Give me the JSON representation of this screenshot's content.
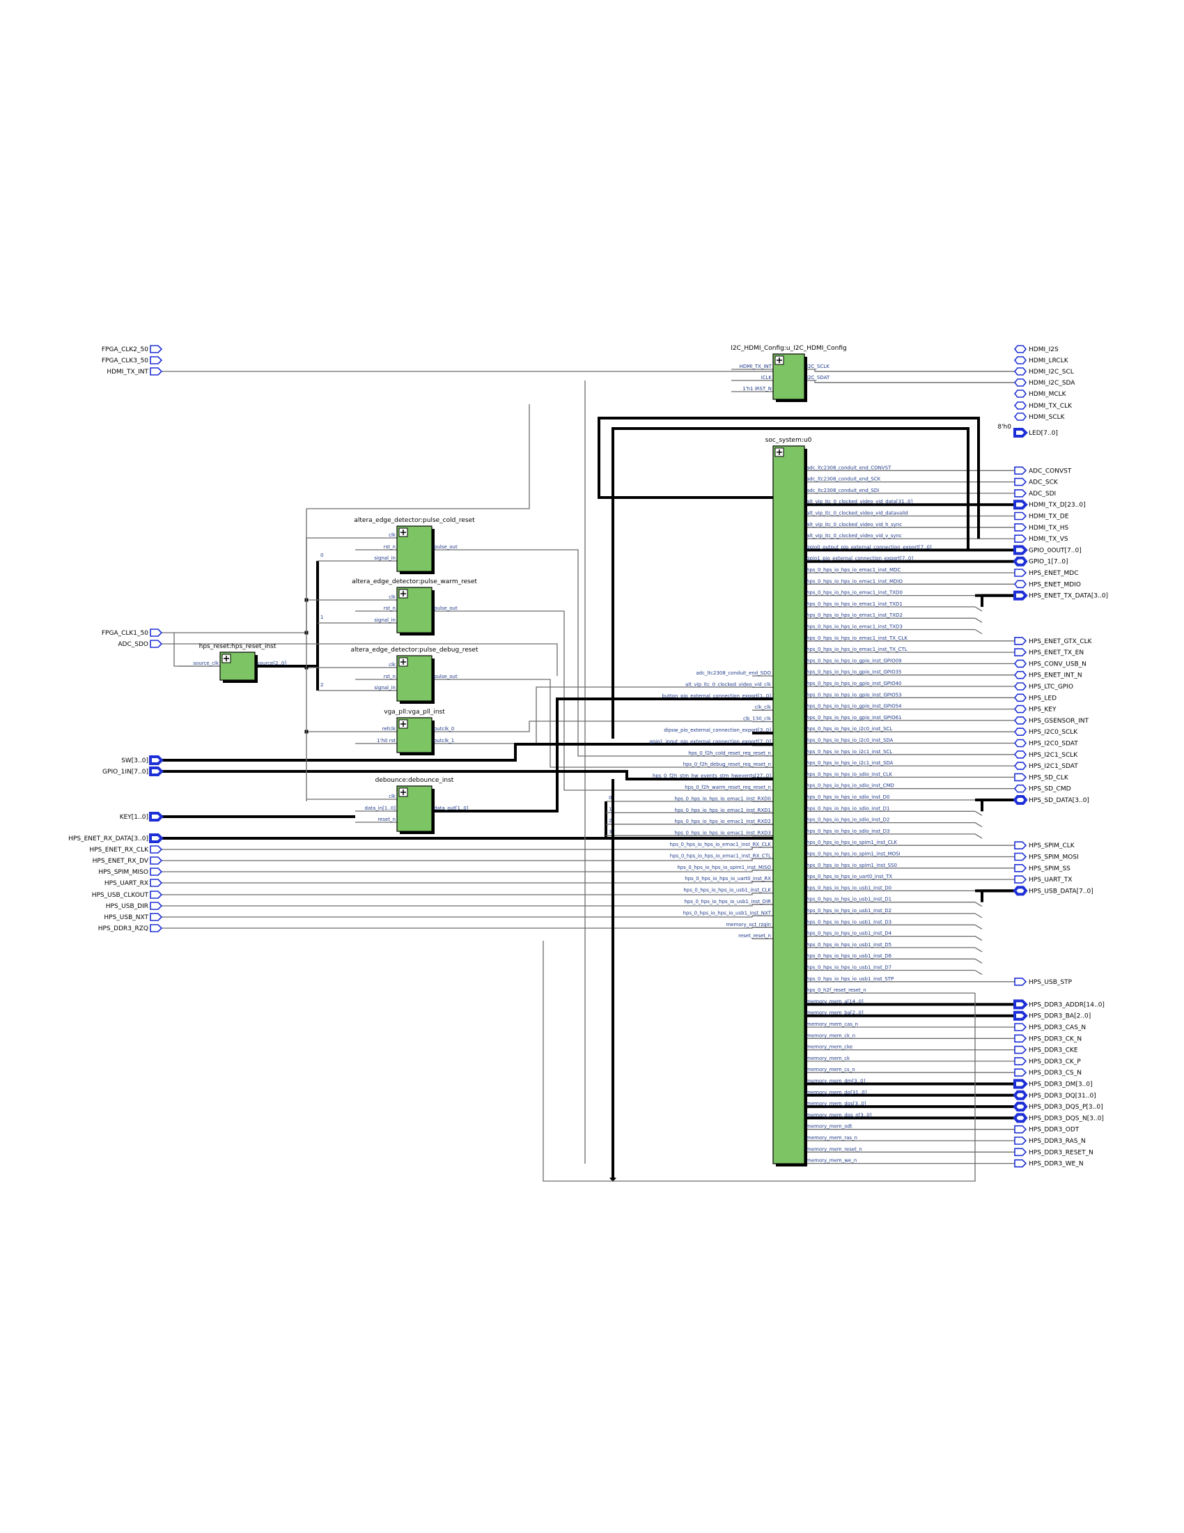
{
  "colors": {
    "block_fill": "#7cc464",
    "port_stroke": "#1d2fd6",
    "wire": "#6b6b6b",
    "bus": "#000000",
    "pin_label": "#1f3a8a"
  },
  "left_ports_top": [
    {
      "name": "FPGA_CLK2_50",
      "bus": false
    },
    {
      "name": "FPGA_CLK3_50",
      "bus": false
    },
    {
      "name": "HDMI_TX_INT",
      "bus": false
    }
  ],
  "left_ports_mid": [
    {
      "name": "FPGA_CLK1_50",
      "bus": false
    },
    {
      "name": "ADC_SDO",
      "bus": false
    }
  ],
  "left_ports_bus": [
    {
      "name": "SW[3..0]",
      "bus": true
    },
    {
      "name": "GPIO_1IN[7..0]",
      "bus": true
    }
  ],
  "left_ports_key": [
    {
      "name": "KEY[1..0]",
      "bus": true
    }
  ],
  "left_ports_bottom": [
    {
      "name": "HPS_ENET_RX_DATA[3..0]",
      "bus": true
    },
    {
      "name": "HPS_ENET_RX_CLK",
      "bus": false
    },
    {
      "name": "HPS_ENET_RX_DV",
      "bus": false
    },
    {
      "name": "HPS_SPIM_MISO",
      "bus": false
    },
    {
      "name": "HPS_UART_RX",
      "bus": false
    },
    {
      "name": "HPS_USB_CLKOUT",
      "bus": false
    },
    {
      "name": "HPS_USB_DIR",
      "bus": false
    },
    {
      "name": "HPS_USB_NXT",
      "bus": false
    },
    {
      "name": "HPS_DDR3_RZQ",
      "bus": false
    }
  ],
  "right_ports_top": [
    {
      "name": "HDMI_I2S",
      "bus": false
    },
    {
      "name": "HDMI_LRCLK",
      "bus": false
    },
    {
      "name": "HDMI_I2C_SCL",
      "bus": false
    },
    {
      "name": "HDMI_I2C_SDA",
      "bus": false
    },
    {
      "name": "HDMI_MCLK",
      "bus": false
    },
    {
      "name": "HDMI_TX_CLK",
      "bus": false
    },
    {
      "name": "HDMI_SCLK",
      "bus": false
    }
  ],
  "led": {
    "name": "LED[7..0]",
    "constant": "8'h0"
  },
  "right_ports_soc": [
    {
      "row": 1,
      "name": "ADC_CONVST",
      "bus": false
    },
    {
      "row": 2,
      "name": "ADC_SCK",
      "bus": false
    },
    {
      "row": 3,
      "name": "ADC_SDI",
      "bus": false
    },
    {
      "row": 4,
      "name": "HDMI_TX_D[23..0]",
      "bus": true
    },
    {
      "row": 5,
      "name": "HDMI_TX_DE",
      "bus": false
    },
    {
      "row": 6,
      "name": "HDMI_TX_HS",
      "bus": false
    },
    {
      "row": 7,
      "name": "HDMI_TX_VS",
      "bus": false
    },
    {
      "row": 8,
      "name": "GPIO_0OUT[7..0]",
      "bus": true
    },
    {
      "row": 9,
      "name": "GPIO_1[7..0]",
      "bus": true
    },
    {
      "row": 10,
      "name": "HPS_ENET_MDC",
      "bus": false
    },
    {
      "row": 11,
      "name": "HPS_ENET_MDIO",
      "bus": false
    },
    {
      "row": 12,
      "name": "HPS_ENET_TX_DATA[3..0]",
      "bus": true
    },
    {
      "row": 16,
      "name": "HPS_ENET_GTX_CLK",
      "bus": false
    },
    {
      "row": 17,
      "name": "HPS_ENET_TX_EN",
      "bus": false
    },
    {
      "row": 18,
      "name": "HPS_CONV_USB_N",
      "bus": false
    },
    {
      "row": 19,
      "name": "HPS_ENET_INT_N",
      "bus": false
    },
    {
      "row": 20,
      "name": "HPS_LTC_GPIO",
      "bus": false
    },
    {
      "row": 21,
      "name": "HPS_LED",
      "bus": false
    },
    {
      "row": 22,
      "name": "HPS_KEY",
      "bus": false
    },
    {
      "row": 23,
      "name": "HPS_GSENSOR_INT",
      "bus": false
    },
    {
      "row": 24,
      "name": "HPS_I2C0_SCLK",
      "bus": false
    },
    {
      "row": 25,
      "name": "HPS_I2C0_SDAT",
      "bus": false
    },
    {
      "row": 26,
      "name": "HPS_I2C1_SCLK",
      "bus": false
    },
    {
      "row": 27,
      "name": "HPS_I2C1_SDAT",
      "bus": false
    },
    {
      "row": 28,
      "name": "HPS_SD_CLK",
      "bus": false
    },
    {
      "row": 29,
      "name": "HPS_SD_CMD",
      "bus": false
    },
    {
      "row": 30,
      "name": "HPS_SD_DATA[3..0]",
      "bus": true
    },
    {
      "row": 34,
      "name": "HPS_SPIM_CLK",
      "bus": false
    },
    {
      "row": 35,
      "name": "HPS_SPIM_MOSI",
      "bus": false
    },
    {
      "row": 36,
      "name": "HPS_SPIM_SS",
      "bus": false
    },
    {
      "row": 37,
      "name": "HPS_UART_TX",
      "bus": false
    },
    {
      "row": 38,
      "name": "HPS_USB_DATA[7..0]",
      "bus": true
    },
    {
      "row": 46,
      "name": "HPS_USB_STP",
      "bus": false
    },
    {
      "row": 48,
      "name": "HPS_DDR3_ADDR[14..0]",
      "bus": true
    },
    {
      "row": 49,
      "name": "HPS_DDR3_BA[2..0]",
      "bus": true
    },
    {
      "row": 50,
      "name": "HPS_DDR3_CAS_N",
      "bus": false
    },
    {
      "row": 51,
      "name": "HPS_DDR3_CK_N",
      "bus": false
    },
    {
      "row": 52,
      "name": "HPS_DDR3_CKE",
      "bus": false
    },
    {
      "row": 53,
      "name": "HPS_DDR3_CK_P",
      "bus": false
    },
    {
      "row": 54,
      "name": "HPS_DDR3_CS_N",
      "bus": false
    },
    {
      "row": 55,
      "name": "HPS_DDR3_DM[3..0]",
      "bus": true
    },
    {
      "row": 56,
      "name": "HPS_DDR3_DQ[31..0]",
      "bus": true
    },
    {
      "row": 57,
      "name": "HPS_DDR3_DQS_P[3..0]",
      "bus": true
    },
    {
      "row": 58,
      "name": "HPS_DDR3_DQS_N[3..0]",
      "bus": true
    },
    {
      "row": 59,
      "name": "HPS_DDR3_ODT",
      "bus": false
    },
    {
      "row": 60,
      "name": "HPS_DDR3_RAS_N",
      "bus": false
    },
    {
      "row": 61,
      "name": "HPS_DDR3_RESET_N",
      "bus": false
    },
    {
      "row": 62,
      "name": "HPS_DDR3_WE_N",
      "bus": false
    }
  ],
  "soc": {
    "title": "soc_system:u0",
    "right_pins": [
      "adc_ltc2308_conduit_end_CONVST",
      "adc_ltc2308_conduit_end_SCK",
      "adc_ltc2308_conduit_end_SDI",
      "alt_vip_itc_0_clocked_video_vid_data[31..0]",
      "alt_vip_itc_0_clocked_video_vid_datavalid",
      "alt_vip_itc_0_clocked_video_vid_h_sync",
      "alt_vip_itc_0_clocked_video_vid_v_sync",
      "gpio0_output_pio_external_connection_export[7..0]",
      "gpio1_pio_external_connection_export[7..0]",
      "hps_0_hps_io_hps_io_emac1_inst_MDC",
      "hps_0_hps_io_hps_io_emac1_inst_MDIO",
      "hps_0_hps_io_hps_io_emac1_inst_TXD0",
      "hps_0_hps_io_hps_io_emac1_inst_TXD1",
      "hps_0_hps_io_hps_io_emac1_inst_TXD2",
      "hps_0_hps_io_hps_io_emac1_inst_TXD3",
      "hps_0_hps_io_hps_io_emac1_inst_TX_CLK",
      "hps_0_hps_io_hps_io_emac1_inst_TX_CTL",
      "hps_0_hps_io_hps_io_gpio_inst_GPIO09",
      "hps_0_hps_io_hps_io_gpio_inst_GPIO35",
      "hps_0_hps_io_hps_io_gpio_inst_GPIO40",
      "hps_0_hps_io_hps_io_gpio_inst_GPIO53",
      "hps_0_hps_io_hps_io_gpio_inst_GPIO54",
      "hps_0_hps_io_hps_io_gpio_inst_GPIO61",
      "hps_0_hps_io_hps_io_i2c0_inst_SCL",
      "hps_0_hps_io_hps_io_i2c0_inst_SDA",
      "hps_0_hps_io_hps_io_i2c1_inst_SCL",
      "hps_0_hps_io_hps_io_i2c1_inst_SDA",
      "hps_0_hps_io_hps_io_sdio_inst_CLK",
      "hps_0_hps_io_hps_io_sdio_inst_CMD",
      "hps_0_hps_io_hps_io_sdio_inst_D0",
      "hps_0_hps_io_hps_io_sdio_inst_D1",
      "hps_0_hps_io_hps_io_sdio_inst_D2",
      "hps_0_hps_io_hps_io_sdio_inst_D3",
      "hps_0_hps_io_hps_io_spim1_inst_CLK",
      "hps_0_hps_io_hps_io_spim1_inst_MOSI",
      "hps_0_hps_io_hps_io_spim1_inst_SS0",
      "hps_0_hps_io_hps_io_uart0_inst_TX",
      "hps_0_hps_io_hps_io_usb1_inst_D0",
      "hps_0_hps_io_hps_io_usb1_inst_D1",
      "hps_0_hps_io_hps_io_usb1_inst_D2",
      "hps_0_hps_io_hps_io_usb1_inst_D3",
      "hps_0_hps_io_hps_io_usb1_inst_D4",
      "hps_0_hps_io_hps_io_usb1_inst_D5",
      "hps_0_hps_io_hps_io_usb1_inst_D6",
      "hps_0_hps_io_hps_io_usb1_inst_D7",
      "hps_0_hps_io_hps_io_usb1_inst_STP",
      "hps_0_h2f_reset_reset_n",
      "memory_mem_a[14..0]",
      "memory_mem_ba[2..0]",
      "memory_mem_cas_n",
      "memory_mem_ck_n",
      "memory_mem_cke",
      "memory_mem_ck",
      "memory_mem_cs_n",
      "memory_mem_dm[3..0]",
      "memory_mem_dq[31..0]",
      "memory_mem_dqs[3..0]",
      "memory_mem_dqs_n[3..0]",
      "memory_mem_odt",
      "memory_mem_ras_n",
      "memory_mem_reset_n",
      "memory_mem_we_n"
    ],
    "left_pins": [
      "adc_ltc2308_conduit_end_SDO",
      "alt_vip_itc_0_clocked_video_vid_clk",
      "button_pio_external_connection_export[1..0]",
      "clk_clk",
      "clk_130_clk",
      "dipsw_pio_external_connection_export[3..0]",
      "gpio1_input_pio_external_connection_export[7..0]",
      "hps_0_f2h_cold_reset_req_reset_n",
      "hps_0_f2h_debug_reset_req_reset_n",
      "hps_0_f2h_stm_hw_events_stm_hwevents[27..0]",
      "hps_0_f2h_warm_reset_req_reset_n",
      "hps_0_hps_io_hps_io_emac1_inst_RXD0",
      "hps_0_hps_io_hps_io_emac1_inst_RXD1",
      "hps_0_hps_io_hps_io_emac1_inst_RXD2",
      "hps_0_hps_io_hps_io_emac1_inst_RXD3",
      "hps_0_hps_io_hps_io_emac1_inst_RX_CLK",
      "hps_0_hps_io_hps_io_emac1_inst_RX_CTL",
      "hps_0_hps_io_hps_io_spim1_inst_MISO",
      "hps_0_hps_io_hps_io_uart0_inst_RX",
      "hps_0_hps_io_hps_io_usb1_inst_CLK",
      "hps_0_hps_io_hps_io_usb1_inst_DIR",
      "hps_0_hps_io_hps_io_usb1_inst_NXT",
      "memory_oct_rzqin",
      "reset_reset_n"
    ]
  },
  "i2c": {
    "title": "I2C_HDMI_Config:u_I2C_HDMI_Config",
    "left_pins": [
      "HDMI_TX_INT",
      "iCLK",
      "1'h1 iRST_N"
    ],
    "right_pins": [
      "I2C_SCLK",
      "I2C_SDAT"
    ]
  },
  "edge_cold": {
    "title": "altera_edge_detector:pulse_cold_reset",
    "left_pins": [
      "clk",
      "rst_n",
      "signal_in"
    ],
    "right_pins": [
      "pulse_out"
    ]
  },
  "edge_warm": {
    "title": "altera_edge_detector:pulse_warm_reset",
    "left_pins": [
      "clk",
      "rst_n",
      "signal_in"
    ],
    "right_pins": [
      "pulse_out"
    ]
  },
  "edge_debug": {
    "title": "altera_edge_detector:pulse_debug_reset",
    "left_pins": [
      "clk",
      "rst_n",
      "signal_in"
    ],
    "right_pins": [
      "pulse_out"
    ]
  },
  "pll": {
    "title": "vga_pll:vga_pll_inst",
    "left_pins": [
      "refclk",
      "1'h0 rst"
    ],
    "right_pins": [
      "outclk_0",
      "outclk_1"
    ]
  },
  "debounce": {
    "title": "debounce:debounce_inst",
    "left_pins": [
      "clk",
      "data_in[1..0]",
      "reset_n"
    ],
    "right_pins": [
      "data_out[1..0]"
    ]
  },
  "hps_reset": {
    "title": "hps_reset:hps_reset_inst",
    "left_pins": [
      "source_clk"
    ],
    "right_pins": [
      "source[2..0]"
    ]
  },
  "bus_taps": {
    "reset_source": [
      "0",
      "1",
      "2"
    ],
    "enet_rx": [
      "0",
      "1",
      "2",
      "3"
    ]
  }
}
